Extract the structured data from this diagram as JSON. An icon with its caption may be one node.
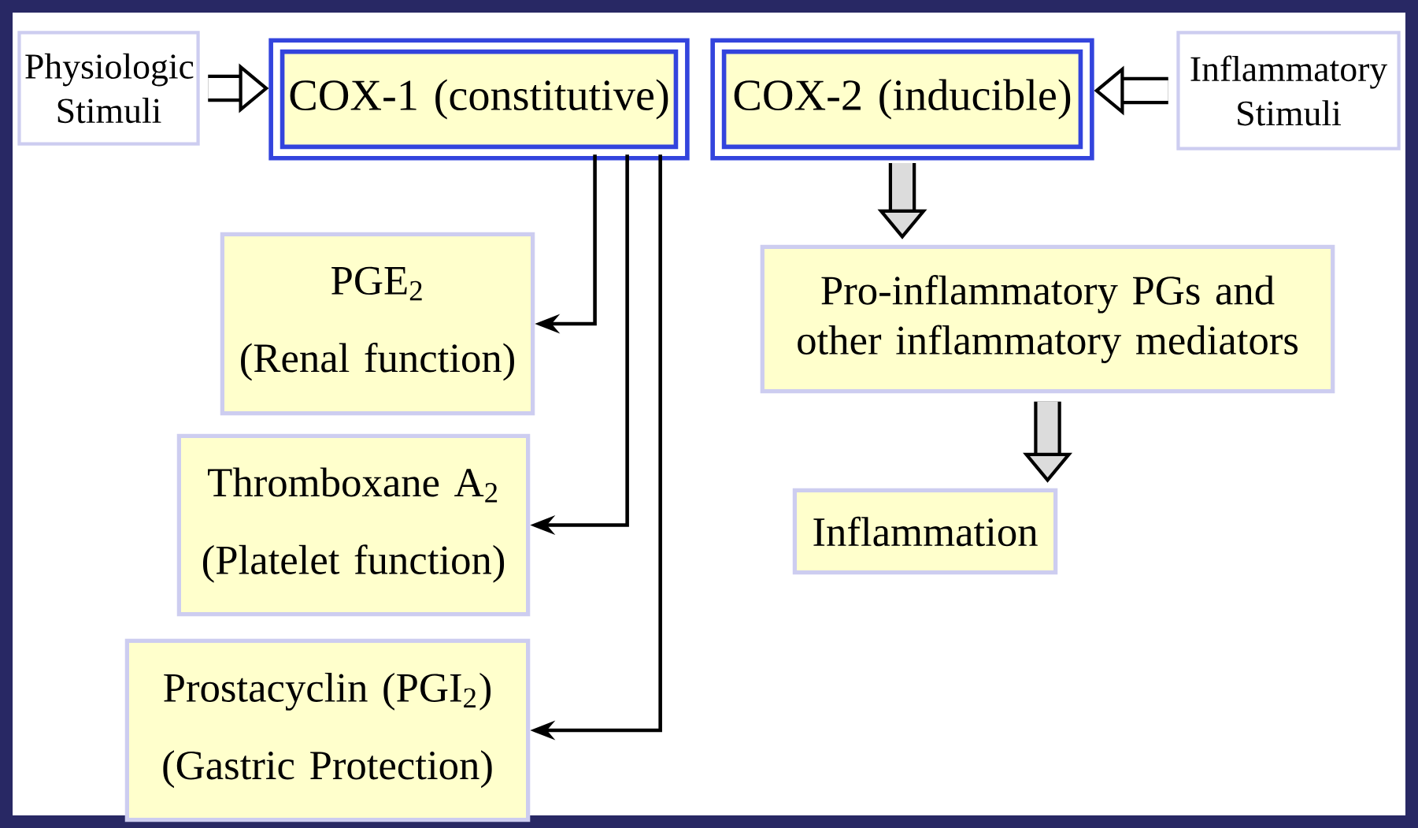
{
  "diagram": {
    "nodes": [
      {
        "text": [
          "Physiologic Stimuli"
        ]
      },
      {
        "text": [
          "COX-1 (constitutive)"
        ]
      },
      {
        "text": [
          "COX-2 (inducible)"
        ]
      },
      {
        "text": [
          "Inflammatory Stimuli"
        ]
      },
      {
        "text": [
          "PGE$_{2}$",
          "(Renal function)"
        ]
      },
      {
        "text": [
          "Thromboxane A$_{2}$",
          "(Platelet function)"
        ]
      },
      {
        "text": [
          "Prostacyclin (PGI$_{2}$)",
          "(Gastric Protection)"
        ]
      },
      {
        "text": [
          "Pro-inflammatory PGs and other inflammatory mediators"
        ]
      },
      {
        "text": [
          "Inflammation"
        ]
      }
    ],
    "edges": [
      {
        "from": 0,
        "to": 1,
        "arrow": "to"
      },
      {
        "from": 3,
        "to": 2,
        "arrow": "to"
      },
      {
        "from": 1,
        "to": 4,
        "arrow": "to"
      },
      {
        "from": 1,
        "to": 5,
        "arrow": "to"
      },
      {
        "from": 1,
        "to": 6,
        "arrow": "to"
      },
      {
        "from": 2,
        "to": 7,
        "arrow": "to"
      },
      {
        "from": 7,
        "to": 8,
        "arrow": "to"
      }
    ]
  }
}
